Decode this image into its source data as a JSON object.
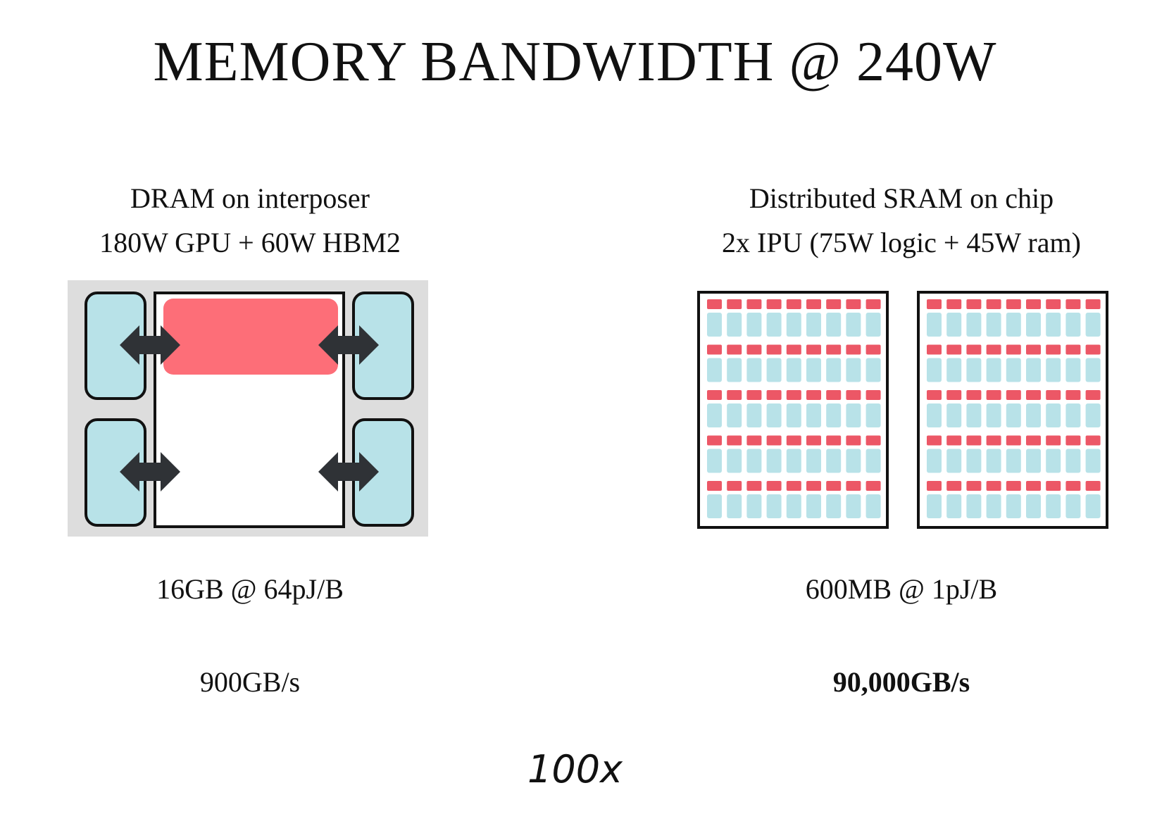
{
  "title": "MEMORY BANDWIDTH @ 240W",
  "left": {
    "heading": "DRAM on interposer",
    "subheading": "180W GPU + 60W HBM2",
    "capacity": "16GB @ 64pJ/B",
    "bandwidth": "900GB/s",
    "diagram": "gpu-with-hbm2-stacks"
  },
  "right": {
    "heading": "Distributed SRAM on chip",
    "subheading": "2x IPU (75W logic + 45W ram)",
    "capacity": "600MB @ 1pJ/B",
    "bandwidth": "90,000GB/s",
    "diagram": "ipu-tile-grids",
    "chip_count": 2
  },
  "comparison": "100x",
  "colors": {
    "hbm": "#b8e2e8",
    "gpu_core": "#fd6e78",
    "interposer": "#dddddd",
    "sram_cell": "#b8e2e8",
    "logic_cell": "#ec5766",
    "arrow": "#2f3236"
  }
}
